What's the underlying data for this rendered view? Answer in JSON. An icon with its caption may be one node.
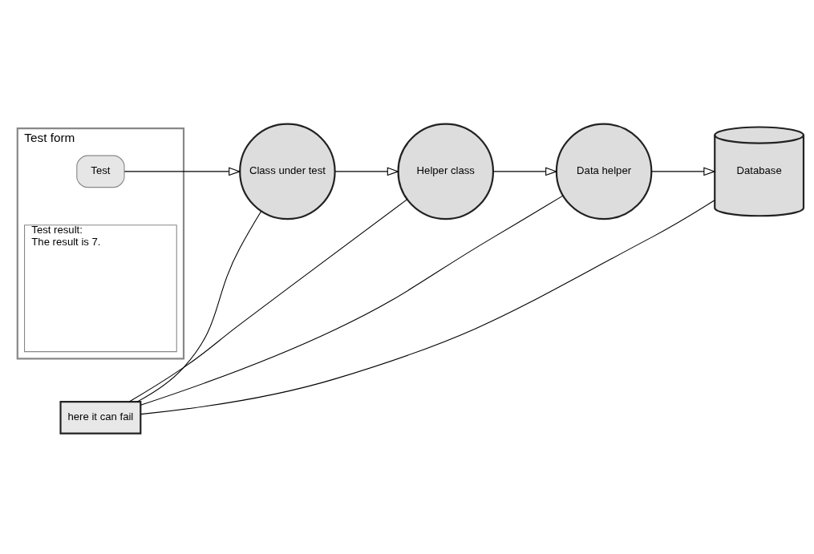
{
  "diagram": {
    "nodes": [
      {
        "text": [
          "Test form"
        ]
      },
      {
        "text": [
          "Test"
        ],
        "in": 0
      },
      {
        "text": [
          "Test result:",
          "The result is 7."
        ],
        "in": 0
      },
      {
        "text": [
          "Class under test"
        ]
      },
      {
        "text": [
          "here it can fail"
        ]
      },
      {
        "text": [
          "Helper class"
        ]
      },
      {
        "text": [
          "Data helper"
        ]
      },
      {
        "text": [
          "Database"
        ]
      }
    ],
    "edges": [
      {
        "from": 1,
        "to": 3,
        "arrow": "to"
      },
      {
        "from": 3,
        "to": 5,
        "arrow": "to"
      },
      {
        "from": 5,
        "to": 6,
        "arrow": "to"
      },
      {
        "from": 6,
        "to": 7,
        "arrow": "to"
      },
      {
        "from": 4,
        "to": 3,
        "arrow": "none"
      },
      {
        "from": 4,
        "to": 5,
        "arrow": "none"
      },
      {
        "from": 4,
        "to": 6,
        "arrow": "none"
      },
      {
        "from": 4,
        "to": 7,
        "arrow": "none"
      }
    ]
  }
}
